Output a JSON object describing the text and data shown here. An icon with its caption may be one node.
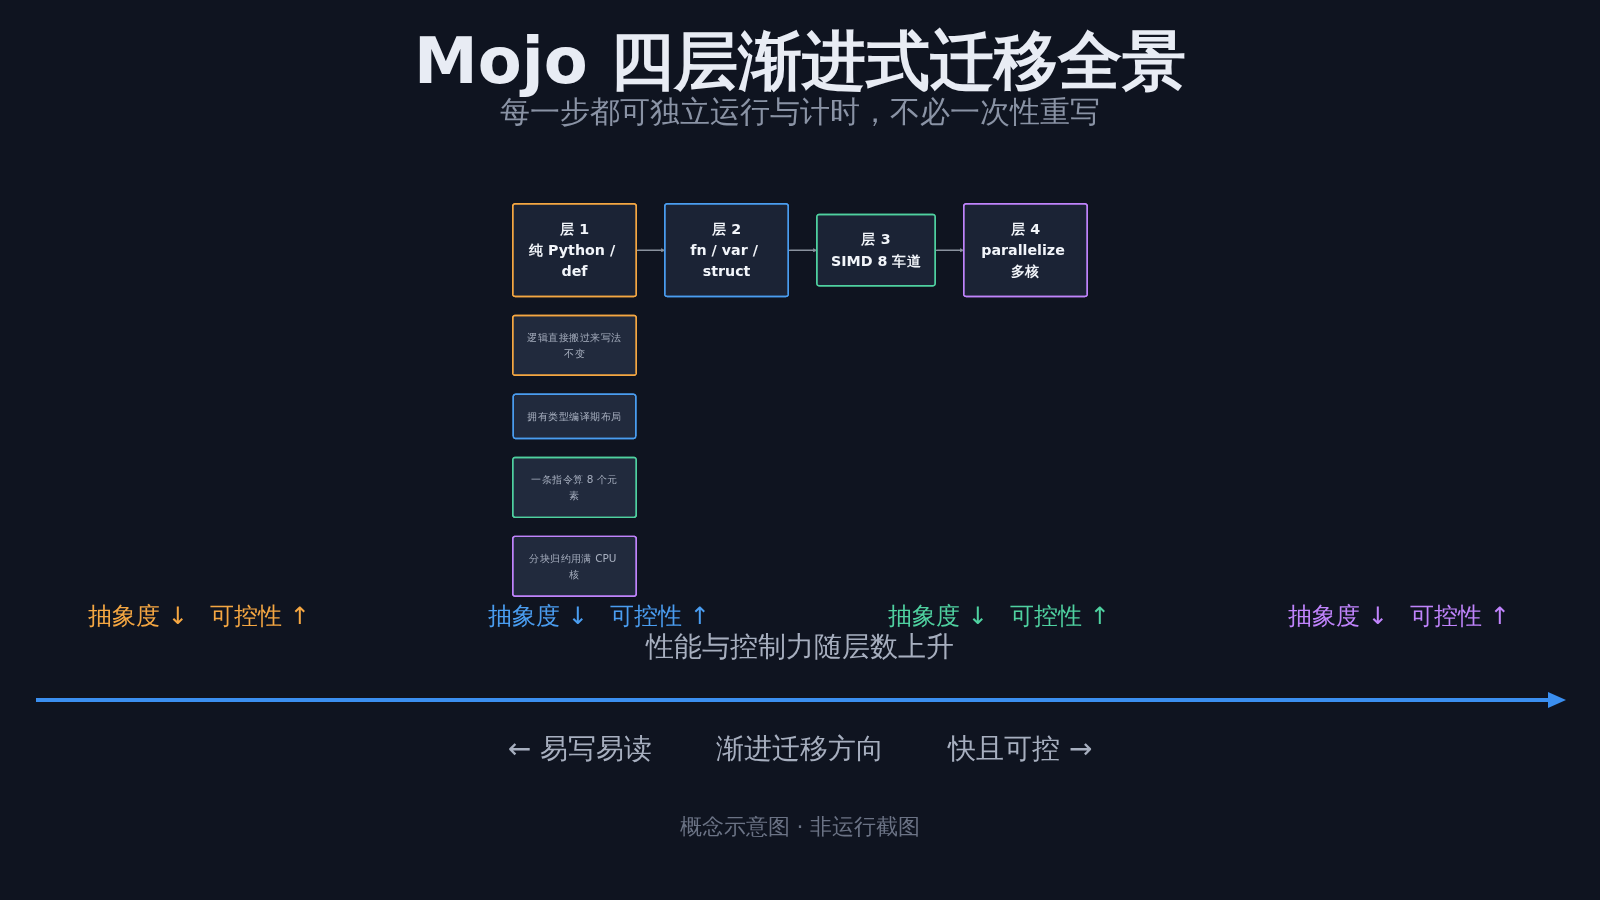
{
  "diagram": {
    "title": "Mojo 四层渐进式迁移全景",
    "caption": "概念示意图 · 非运行截图",
    "nodes": [
      {
        "text": [
          "层 1",
          "纯 Python / def"
        ]
      },
      {
        "text": [
          "层 2",
          "fn / var / struct"
        ]
      },
      {
        "text": [
          "层 3",
          "SIMD 8 车道"
        ]
      },
      {
        "text": [
          "层 4",
          "parallelize 多核"
        ]
      },
      {
        "text": [
          "逻辑直接搬过来写法不变"
        ]
      },
      {
        "text": [
          "拥有类型编译期布局"
        ]
      },
      {
        "text": [
          "一条指令算 8 个元素"
        ]
      },
      {
        "text": [
          "分块归约用满 CPU 核"
        ]
      }
    ],
    "edges": [
      {
        "from": 0,
        "to": 1,
        "arrow": "to"
      },
      {
        "from": 1,
        "to": 2,
        "arrow": "to"
      },
      {
        "from": 2,
        "to": 3,
        "arrow": "to"
      }
    ],
    "labels": [
      "每一步都可独立运行与计时，不必一次性重写",
      "抽象度 ↓",
      "可控性 ↑",
      "抽象度 ↓",
      "可控性 ↑",
      "抽象度 ↓",
      "可控性 ↑",
      "抽象度 ↓",
      "可控性 ↑",
      "性能与控制力随层数上升",
      "← 易写易读",
      "渐进迁移方向",
      "快且可控 →"
    ]
  }
}
